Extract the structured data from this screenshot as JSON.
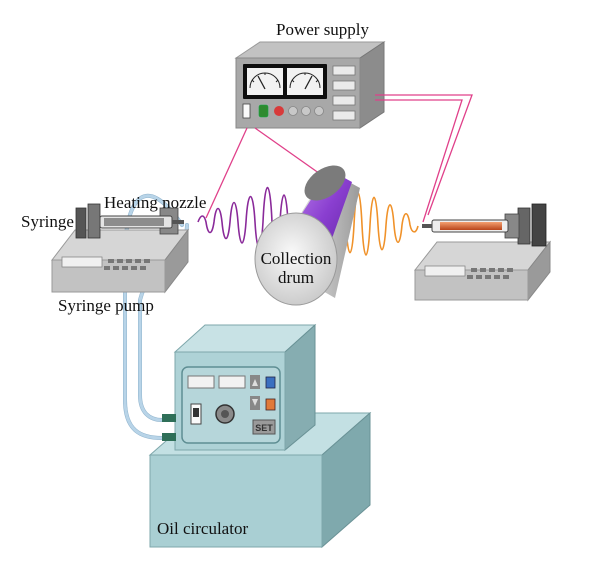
{
  "labels": {
    "power_supply": "Power supply",
    "syringe": "Syringe",
    "heating_nozzle": "Heating nozzle",
    "collection_drum_line1": "Collection",
    "collection_drum_line2": "drum",
    "syringe_pump": "Syringe pump",
    "oil_circulator": "Oil circulator",
    "set_button": "SET"
  },
  "colors": {
    "high_voltage_wire": "#e0408a",
    "left_jet": "#8a2a9a",
    "right_jet": "#f0922a",
    "oil_tube": "#b8d4e8",
    "drum_band": "#9a4fd6",
    "circulator_body": "#a9cfd3",
    "device_grey": "#c8c8c8"
  },
  "icons": [
    "meter-gauge-icon",
    "power-switch-icon",
    "knob-icon",
    "arrow-up-icon",
    "arrow-down-icon",
    "indicator-light-icon"
  ]
}
